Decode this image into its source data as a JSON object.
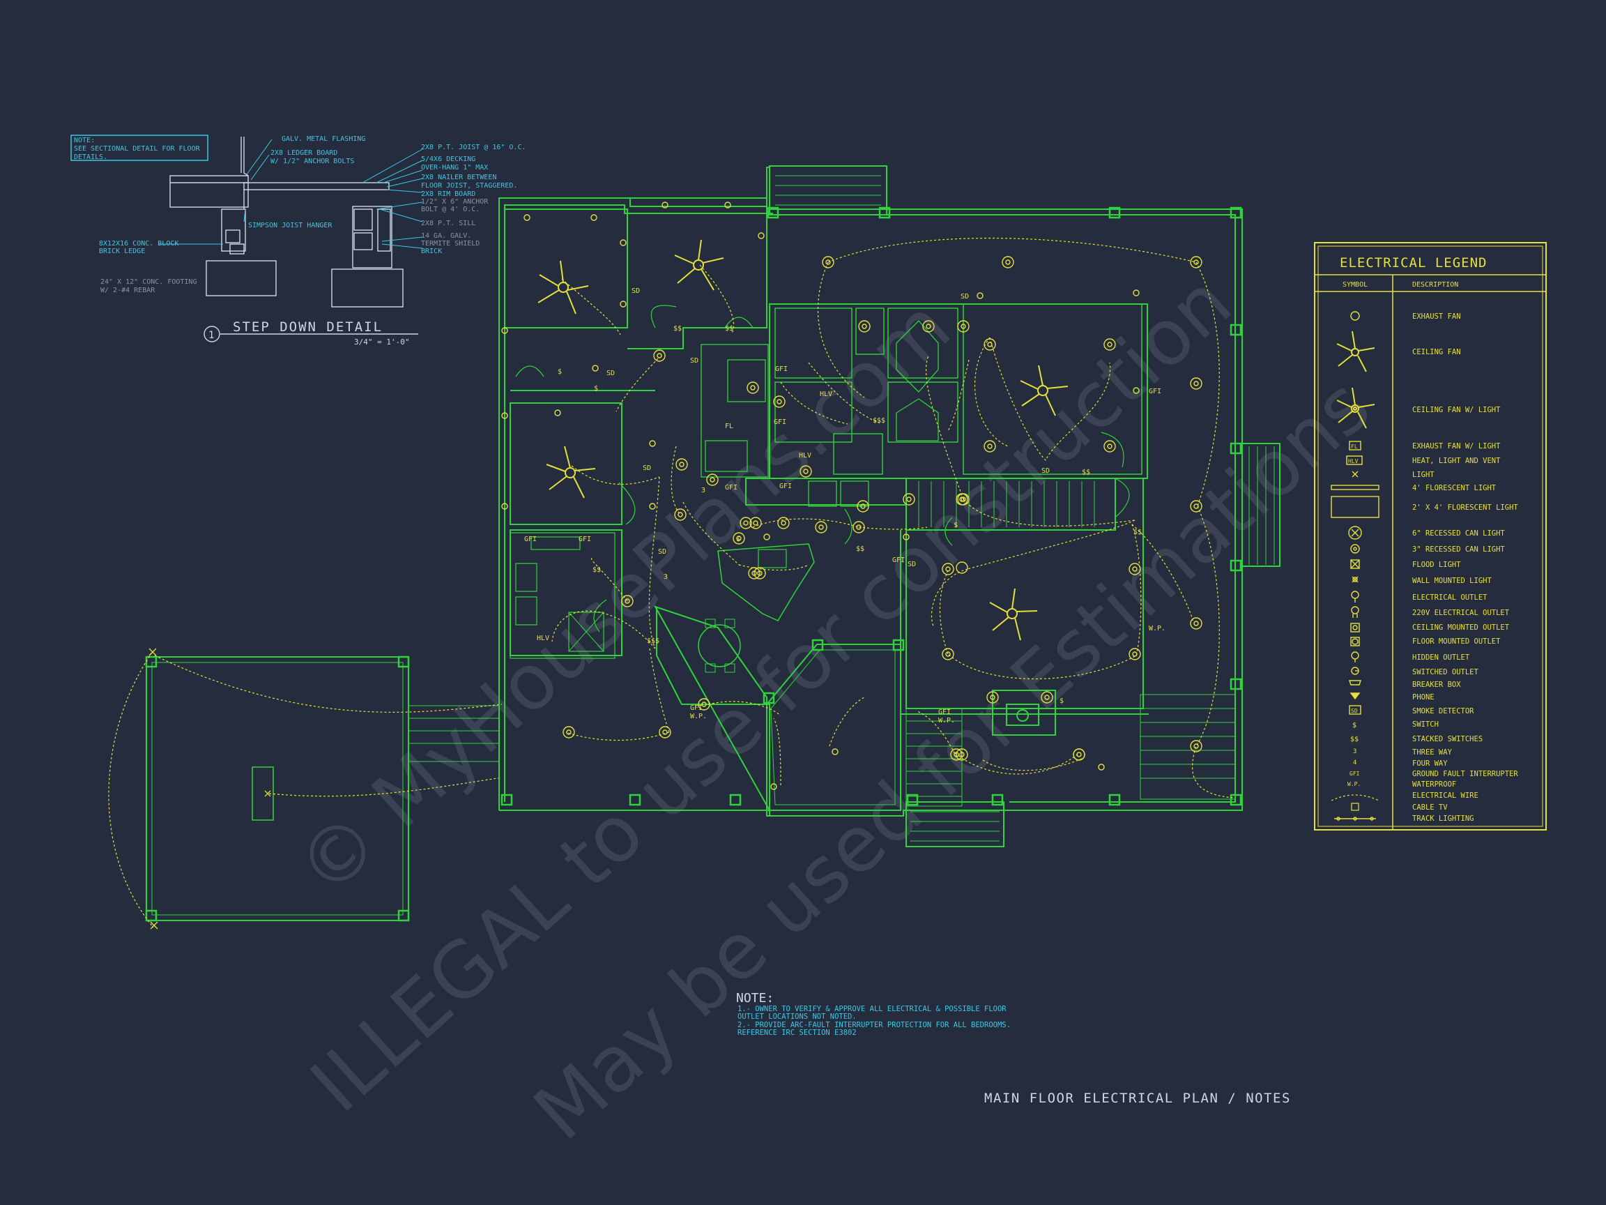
{
  "watermark": {
    "line1": "© MyHousePlans.com",
    "line2": "ILLEGAL to use for construction",
    "line3": "May be used for Estimations"
  },
  "detail": {
    "note": [
      "NOTE:",
      "SEE SECTIONAL DETAIL FOR FLOOR",
      "DETAILS."
    ],
    "callouts_top": [
      "GALV. METAL FLASHING",
      "2X8 LEDGER BOARD",
      "W/ 1/2\" ANCHOR BOLTS"
    ],
    "callouts_right": [
      "2X8 P.T. JOIST @ 16\" O.C.",
      "5/4X6 DECKING",
      "OVER-HANG 1\" MAX",
      "2X8 NAILER BETWEEN",
      "FLOOR JOIST, STAGGERED.",
      "2X8 RIM BOARD",
      "1/2\" X 6\" ANCHOR",
      "BOLT @ 4' O.C.",
      "2X8 P.T. SILL",
      "14 GA. GALV.",
      "TERMITE SHIELD",
      "BRICK"
    ],
    "hanger": "SIMPSON JOIST HANGER",
    "block": [
      "8X12X16 CONC. BLOCK",
      "BRICK LEDGE"
    ],
    "footing": [
      "24\" X 12\" CONC. FOOTING",
      "W/ 2-#4 REBAR"
    ],
    "number": "1",
    "title": "STEP DOWN DETAIL",
    "scale": "3/4\" = 1'-0\""
  },
  "legend": {
    "title": "ELECTRICAL LEGEND",
    "col_symbol": "SYMBOL",
    "col_description": "DESCRIPTION",
    "items": [
      {
        "label": "EXHAUST FAN",
        "icon": "exhaust-fan-icon"
      },
      {
        "label": "CEILING FAN",
        "icon": "ceiling-fan-icon"
      },
      {
        "label": "CEILING FAN W/ LIGHT",
        "icon": "ceiling-fan-light-icon"
      },
      {
        "label": "EXHAUST FAN W/ LIGHT",
        "icon": "fl-icon"
      },
      {
        "label": "HEAT, LIGHT AND VENT",
        "icon": "hlv-icon"
      },
      {
        "label": "LIGHT",
        "icon": "light-icon"
      },
      {
        "label": "4' FLORESCENT LIGHT",
        "icon": "fluorescent-4-icon"
      },
      {
        "label": "2' X 4' FLORESCENT LIGHT",
        "icon": "fluorescent-2x4-icon"
      },
      {
        "label": "6\" RECESSED CAN LIGHT",
        "icon": "recessed-6-icon"
      },
      {
        "label": "3\" RECESSED CAN LIGHT",
        "icon": "recessed-3-icon"
      },
      {
        "label": "FLOOD LIGHT",
        "icon": "flood-light-icon"
      },
      {
        "label": "WALL MOUNTED LIGHT",
        "icon": "wall-light-icon"
      },
      {
        "label": "ELECTRICAL OUTLET",
        "icon": "outlet-icon"
      },
      {
        "label": "220V ELECTRICAL OUTLET",
        "icon": "outlet-220-icon"
      },
      {
        "label": "CEILING MOUNTED OUTLET",
        "icon": "ceiling-outlet-icon"
      },
      {
        "label": "FLOOR MOUNTED OUTLET",
        "icon": "floor-outlet-icon"
      },
      {
        "label": "HIDDEN OUTLET",
        "icon": "hidden-outlet-icon"
      },
      {
        "label": "SWITCHED OUTLET",
        "icon": "switched-outlet-icon"
      },
      {
        "label": "BREAKER BOX",
        "icon": "breaker-icon"
      },
      {
        "label": "PHONE",
        "icon": "phone-icon"
      },
      {
        "label": "SMOKE DETECTOR",
        "icon": "smoke-icon"
      },
      {
        "label": "SWITCH",
        "icon": "switch-icon"
      },
      {
        "label": "STACKED SWITCHES",
        "icon": "stacked-switch-icon"
      },
      {
        "label": "THREE WAY",
        "icon": "three-way-icon"
      },
      {
        "label": "FOUR WAY",
        "icon": "four-way-icon"
      },
      {
        "label": "GROUND FAULT INTERRUPTER",
        "icon": "gfi-icon"
      },
      {
        "label": "WATERPROOF",
        "icon": "wp-icon"
      },
      {
        "label": "ELECTRICAL WIRE",
        "icon": "wire-icon"
      },
      {
        "label": "CABLE TV",
        "icon": "cable-icon"
      },
      {
        "label": "TRACK LIGHTING",
        "icon": "track-icon"
      }
    ],
    "sym_fl": "FL",
    "sym_hlv": "HLV",
    "sym_sd": "SD",
    "sym_s": "$",
    "sym_ss": "$$",
    "sym_3": "3",
    "sym_4": "4",
    "sym_gfi": "GFI",
    "sym_wp": "W.P."
  },
  "notes": {
    "heading": "NOTE:",
    "lines": [
      "1.- OWNER TO VERIFY & APPROVE ALL ELECTRICAL & POSSIBLE FLOOR",
      "OUTLET LOCATIONS NOT NOTED.",
      "2.- PROVIDE ARC-FAULT INTERRUPTER PROTECTION FOR ALL BEDROOMS.",
      "REFERENCE IRC SECTION E3802"
    ]
  },
  "sheet_title": "MAIN FLOOR ELECTRICAL PLAN / NOTES",
  "plan_labels": {
    "sd": "SD",
    "gfi": "GFI",
    "wp": "W.P.",
    "hlv": "HLV",
    "fl": "FL",
    "s": "$",
    "ss": "$$",
    "sss": "$$$",
    "three": "3"
  },
  "colors": {
    "background": "#252c3d",
    "walls": "#2fd43a",
    "electrical": "#e6e03a",
    "detail": "#39c9e6",
    "text": "#cfd6e4"
  }
}
